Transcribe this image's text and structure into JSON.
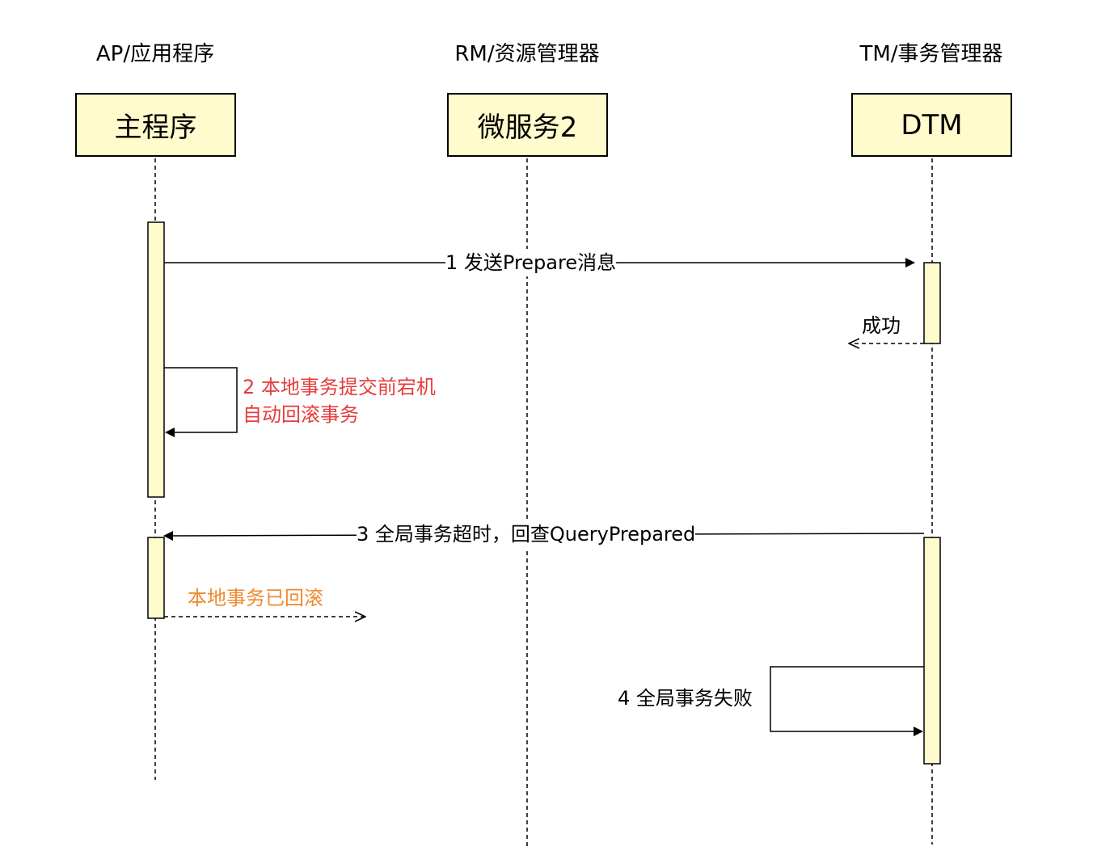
{
  "colors": {
    "box_fill": "#fffbcc",
    "line": "#000000",
    "red_note": "#e63b3b",
    "orange_note": "#ee8a2f"
  },
  "participants": [
    {
      "role": "AP/应用程序",
      "name": "主程序"
    },
    {
      "role": "RM/资源管理器",
      "name": "微服务2"
    },
    {
      "role": "TM/事务管理器",
      "name": "DTM"
    }
  ],
  "messages": {
    "m1": "1 发送Prepare消息",
    "m1_reply": "成功",
    "m2_line1": "2 本地事务提交前宕机",
    "m2_line2": "自动回滚事务",
    "m3": "3 全局事务超时，回查QueryPrepared",
    "m3_reply": "本地事务已回滚",
    "m4": "4 全局事务失败"
  }
}
